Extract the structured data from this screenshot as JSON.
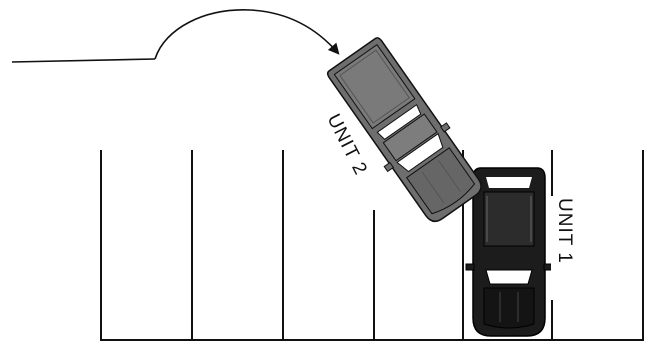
{
  "diagram": {
    "units": [
      {
        "id": "unit-1",
        "label": "UNIT 1",
        "color": "#1c1c1c"
      },
      {
        "id": "unit-2",
        "label": "UNIT 2",
        "color": "#6e6e6e"
      }
    ],
    "colors": {
      "lines": "#111111",
      "background": "#ffffff",
      "window": "#ffffff"
    }
  }
}
